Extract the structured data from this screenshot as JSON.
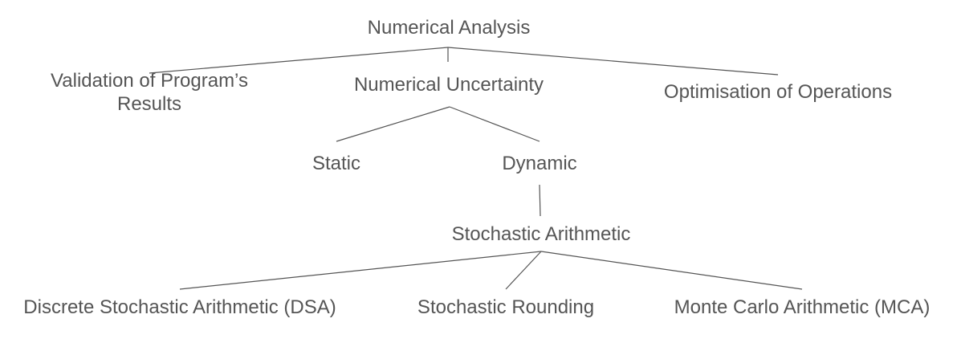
{
  "nodes": {
    "root": "Numerical Analysis",
    "validation_line1": "Validation of Program’s",
    "validation_line2": "Results",
    "uncertainty": "Numerical Uncertainty",
    "optimisation": "Optimisation of Operations",
    "static": "Static",
    "dynamic": "Dynamic",
    "stochastic_arithmetic": "Stochastic Arithmetic",
    "dsa": "Discrete Stochastic Arithmetic (DSA)",
    "stochastic_rounding": "Stochastic Rounding",
    "mca": "Monte Carlo Arithmetic (MCA)"
  },
  "colors": {
    "text": "#555555",
    "line": "#555555",
    "background": "#ffffff"
  }
}
